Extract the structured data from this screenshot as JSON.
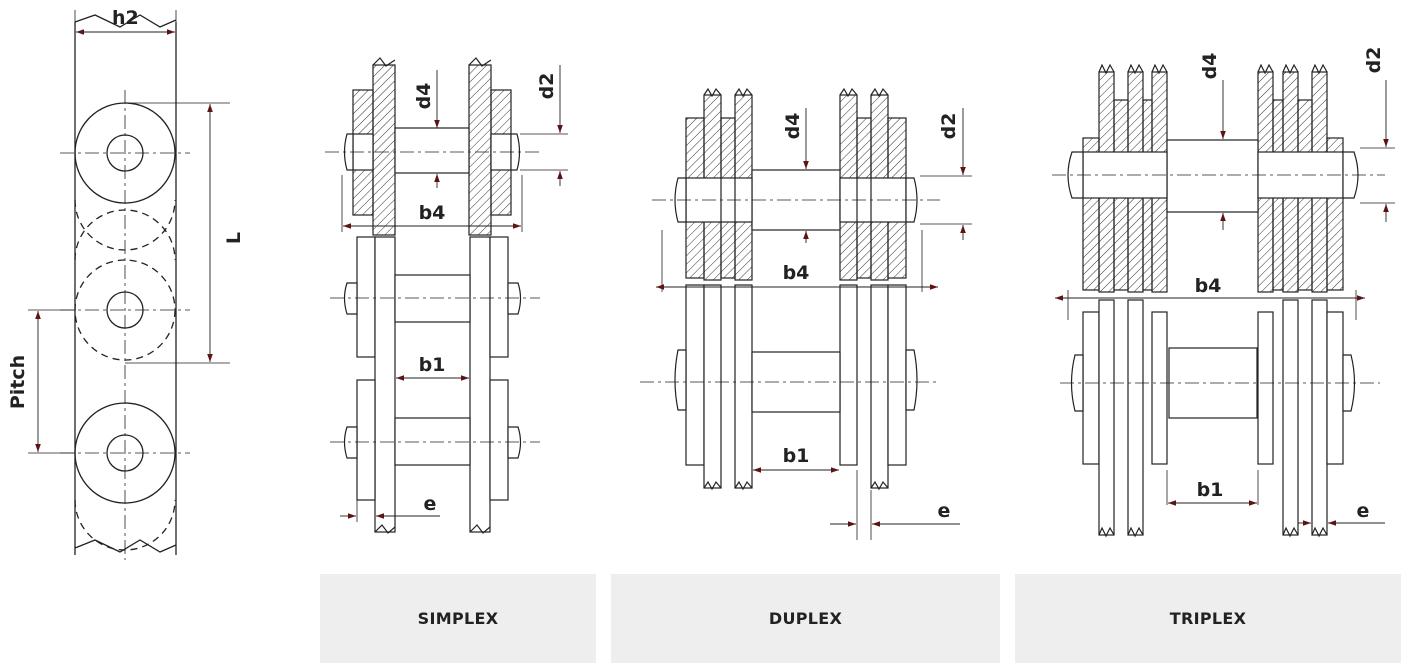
{
  "labels": {
    "h2": "h2",
    "L": "L",
    "pitch": "Pitch",
    "simplex": {
      "d4": "d4",
      "d2": "d2",
      "b4": "b4",
      "b1": "b1",
      "e": "e"
    },
    "duplex": {
      "d4": "d4",
      "d2": "d2",
      "b4": "b4",
      "b1": "b1",
      "e": "e"
    },
    "triplex": {
      "d4": "d4",
      "d2": "d2",
      "b4": "b4",
      "b1": "b1",
      "e": "e"
    }
  },
  "tabs": {
    "simplex": "SIMPLEX",
    "duplex": "DUPLEX",
    "triplex": "TRIPLEX"
  },
  "colors": {
    "line": "#222222",
    "arrow": "#5a1414",
    "tab_bg": "#eeeeee"
  }
}
